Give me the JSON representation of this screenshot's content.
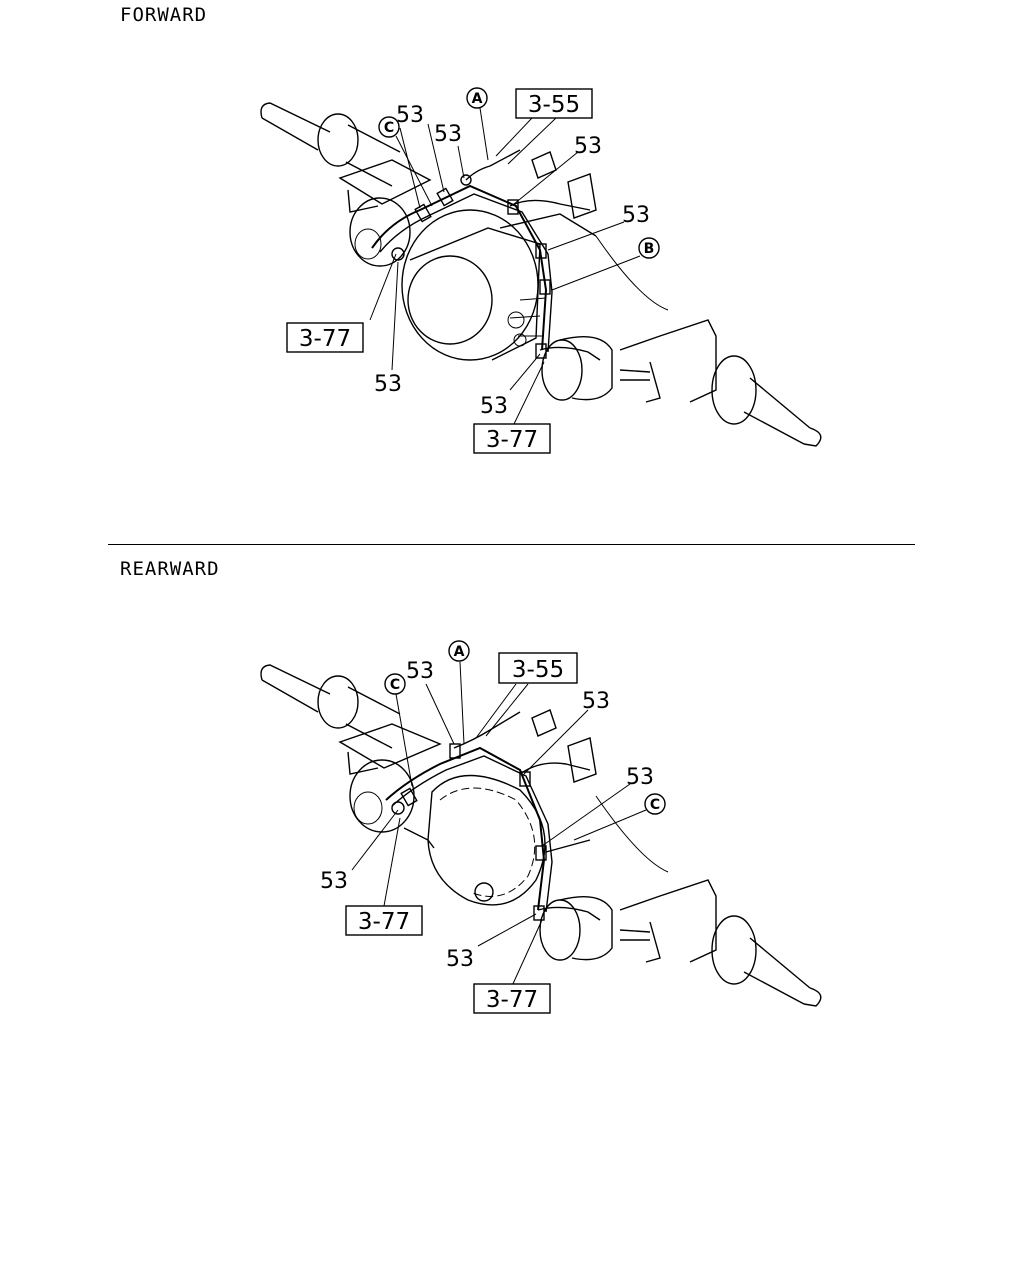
{
  "sections": [
    {
      "title": "FORWARD",
      "labels": {
        "c1": "C",
        "a1": "A",
        "b1": "B",
        "part_53": "53",
        "ref_355": "3-55",
        "ref_377": "3-77"
      }
    },
    {
      "title": "REARWARD",
      "labels": {
        "c1": "C",
        "a1": "A",
        "c2": "C",
        "part_53": "53",
        "ref_355": "3-55",
        "ref_377": "3-77"
      }
    }
  ]
}
